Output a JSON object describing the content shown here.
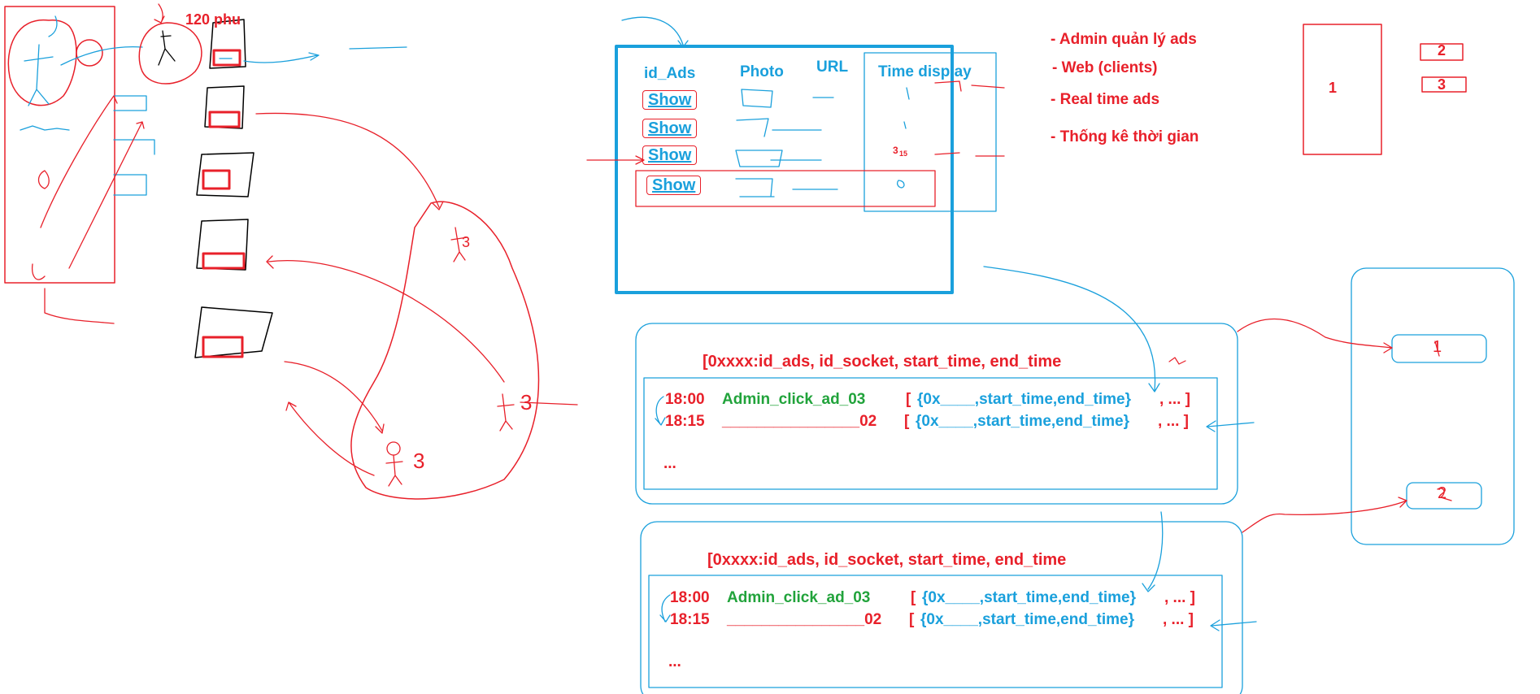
{
  "top_label": "120 phu",
  "ads_table": {
    "headers": [
      "id_Ads",
      "Photo",
      "URL",
      "Time display"
    ],
    "show_labels": [
      "Show",
      "Show",
      "Show",
      "Show"
    ],
    "time_marks": [
      "3",
      "15"
    ]
  },
  "feature_list": [
    "- Admin quản lý ads",
    "- Web (clients)",
    "- Real time ads",
    "- Thống kê thời gian"
  ],
  "layout_boxes": [
    "1",
    "2",
    "3"
  ],
  "user_marks": [
    "3",
    "3",
    "3"
  ],
  "socket_blocks": [
    {
      "header": "[0xxxx:id_ads, id_socket, start_time, end_time",
      "rows": [
        {
          "time": "18:00",
          "action": "Admin_click_ad_03",
          "open": "[",
          "entry": "{0x____,start_time,end_time}",
          "rest": ", ... ]"
        },
        {
          "time": "18:15",
          "action": "________________02",
          "open": "[",
          "entry": "{0x____,start_time,end_time}",
          "rest": ", ... ]"
        }
      ],
      "ellipsis": "..."
    },
    {
      "header": "[0xxxx:id_ads, id_socket, start_time, end_time",
      "rows": [
        {
          "time": "18:00",
          "action": "Admin_click_ad_03",
          "open": "[",
          "entry": "{0x____,start_time,end_time}",
          "rest": ", ... ]"
        },
        {
          "time": "18:15",
          "action": "________________02",
          "open": "[",
          "entry": "{0x____,start_time,end_time}",
          "rest": ", ... ]"
        }
      ],
      "ellipsis": "..."
    }
  ],
  "client_boxes": [
    "1",
    "2"
  ],
  "colors": {
    "red": "#e8202a",
    "blue": "#1aa0dc",
    "green": "#21a33b",
    "black": "#000000"
  }
}
